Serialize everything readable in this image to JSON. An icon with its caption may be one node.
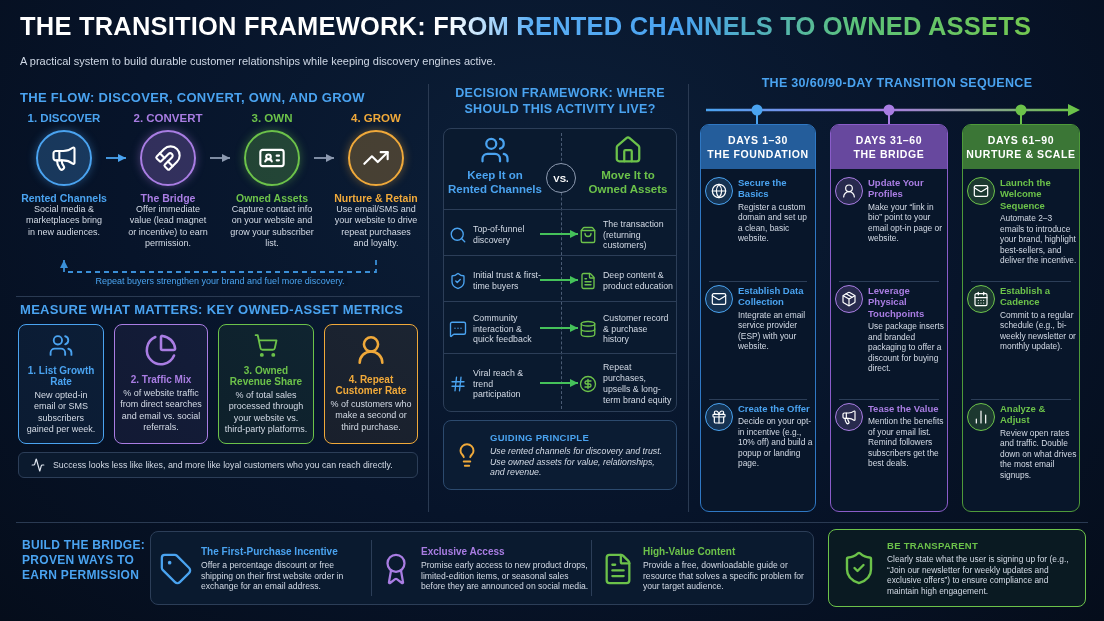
{
  "diagram": {
    "title": "THE TRANSITION FRAMEWORK: FROM RENTED CHANNELS TO OWNED ASSETS",
    "nodes": [
      {
        "text": [
          "1. DISCOVER",
          "Rented Channels",
          "Social media & marketplaces bring in new audiences."
        ]
      },
      {
        "text": [
          "2. CONVERT",
          "The Bridge",
          "Offer immediate value (lead magnet or incentive) to earn permission."
        ]
      },
      {
        "text": [
          "3. OWN",
          "Owned Assets",
          "Capture contact info on your website and grow your subscriber list."
        ]
      },
      {
        "text": [
          "4. GROW",
          "Nurture & Retain",
          "Use email/SMS and your website to drive repeat purchases and loyalty."
        ]
      },
      {
        "text": [
          "1. List Growth Rate",
          "New opted-in email or SMS subscribers gained per week."
        ]
      },
      {
        "text": [
          "2. Traffic Mix",
          "% of website traffic from direct searches and email vs. social referrals."
        ]
      },
      {
        "text": [
          "3. Owned Revenue Share",
          "% of total sales processed through your website vs. third-party platforms."
        ]
      },
      {
        "text": [
          "4. Repeat Customer Rate",
          "% of customers who make a second or third purchase."
        ]
      },
      {
        "text": [
          "Success looks less like likes, and more like loyal customers who you can reach directly."
        ]
      },
      {
        "text": [],
        "shape": "box"
      },
      {
        "text": [
          "Keep It on Rented Channels"
        ],
        "in": 9
      },
      {
        "text": [
          "VS."
        ],
        "in": 9
      },
      {
        "text": [
          "Move It to Owned Assets"
        ],
        "in": 9
      },
      {
        "text": [
          "Top-of-funnel discovery"
        ],
        "in": 9
      },
      {
        "text": [
          "The transaction (returning customers)"
        ],
        "in": 9
      },
      {
        "text": [
          "Initial trust & first-time buyers"
        ],
        "in": 9
      },
      {
        "text": [
          "Deep content & product education"
        ],
        "in": 9
      },
      {
        "text": [
          "Community interaction & quick feedback"
        ],
        "in": 9
      },
      {
        "text": [
          "Customer record & purchase history"
        ],
        "in": 9
      },
      {
        "text": [
          "Viral reach & trend participation"
        ],
        "in": 9
      },
      {
        "text": [
          "Repeat purchases, upsells & long-term brand equity"
        ],
        "in": 9
      },
      {
        "text": [
          "GUIDING PRINCIPLE",
          "Use rented channels for discovery and trust. Use owned assets for value, relationships, and revenue."
        ]
      },
      {
        "text": [
          "DAYS 1–30",
          "THE FOUNDATION"
        ]
      },
      {
        "text": [
          "Secure the Basics",
          "Register a custom domain and set up a clean, basic website."
        ],
        "in": 22
      },
      {
        "text": [
          "Establish Data Collection",
          "Integrate an email service provider (ESP) with your website."
        ],
        "in": 22
      },
      {
        "text": [
          "Create the Offer",
          "Decide on your opt-in incentive (e.g., 10% off) and build a popup or landing page."
        ],
        "in": 22
      },
      {
        "text": [
          "DAYS 31–60",
          "THE BRIDGE"
        ]
      },
      {
        "text": [
          "Update Your Profiles",
          "Make your “link in bio” point to your email opt-in page or website."
        ],
        "in": 26
      },
      {
        "text": [
          "Leverage Physical Touchpoints",
          "Use package inserts and branded packaging to offer a discount for buying direct."
        ],
        "in": 26
      },
      {
        "text": [
          "Tease the Value",
          "Mention the benefits of your email list. Remind followers subscribers get the best deals."
        ],
        "in": 26
      },
      {
        "text": [
          "DAYS 61–90",
          "NURTURE & SCALE"
        ]
      },
      {
        "text": [
          "Launch the Welcome Sequence",
          "Automate 2–3 emails to introduce your brand, highlight best-sellers, and deliver the incentive."
        ],
        "in": 30
      },
      {
        "text": [
          "Establish a Cadence",
          "Commit to a regular schedule (e.g., bi-weekly newsletter or monthly update)."
        ],
        "in": 30
      },
      {
        "text": [
          "Analyze & Adjust",
          "Review open rates and traffic. Double down on what drives the most email signups."
        ],
        "in": 30
      },
      {
        "text": [],
        "shape": "box"
      },
      {
        "text": [
          "The First-Purchase Incentive",
          "Offer a percentage discount or free shipping on their first website order in exchange for an email address."
        ],
        "in": 34
      },
      {
        "text": [
          "Exclusive Access",
          "Promise early access to new product drops, limited-edition items, or seasonal sales before they are announced on social media."
        ],
        "in": 34
      },
      {
        "text": [
          "High-Value Content",
          "Provide a free, downloadable guide or resource that solves a specific problem for your target audience."
        ],
        "in": 34
      },
      {
        "text": [
          "BE TRANSPARENT",
          "Clearly state what the user is signing up for (e.g., “Join our newsletter for weekly updates and exclusive offers”) to ensure compliance and maintain high engagement."
        ]
      }
    ],
    "edges": [
      {
        "from": 0,
        "to": 1,
        "arrow": "to",
        "color": "#4aa3f0"
      },
      {
        "from": 1,
        "to": 2,
        "arrow": "to",
        "color": "#8d9ab0"
      },
      {
        "from": 2,
        "to": 3,
        "arrow": "to",
        "color": "#8d9ab0"
      },
      {
        "from": 3,
        "to": 0,
        "arrow": "to",
        "style": "dashed",
        "color": "#3a8fd8",
        "label": "Repeat buyers strengthen your brand and fuel more discovery."
      },
      {
        "from": 13,
        "to": 14,
        "arrow": "to"
      },
      {
        "from": 15,
        "to": 16,
        "arrow": "to"
      },
      {
        "from": 17,
        "to": 18,
        "arrow": "to"
      },
      {
        "from": 19,
        "to": 20,
        "arrow": "to"
      }
    ],
    "labels": [
      "A practical system to build durable customer relationships while keeping discovery engines active.",
      "THE FLOW: DISCOVER, CONVERT, OWN, AND GROW",
      "MEASURE WHAT MATTERS: KEY OWNED-ASSET METRICS",
      "DECISION FRAMEWORK: WHERE SHOULD THIS ACTIVITY LIVE?",
      "THE 30/60/90-DAY TRANSITION SEQUENCE",
      "BUILD THE BRIDGE: PROVEN WAYS TO EARN PERMISSION"
    ]
  }
}
